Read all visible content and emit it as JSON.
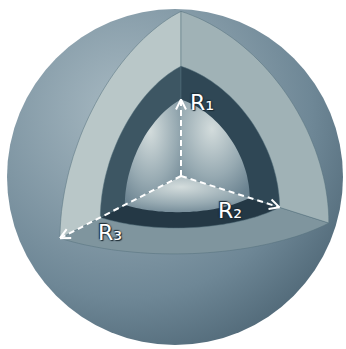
{
  "diagram": {
    "labels": [
      "R₁",
      "R₂",
      "R₃"
    ]
  }
}
